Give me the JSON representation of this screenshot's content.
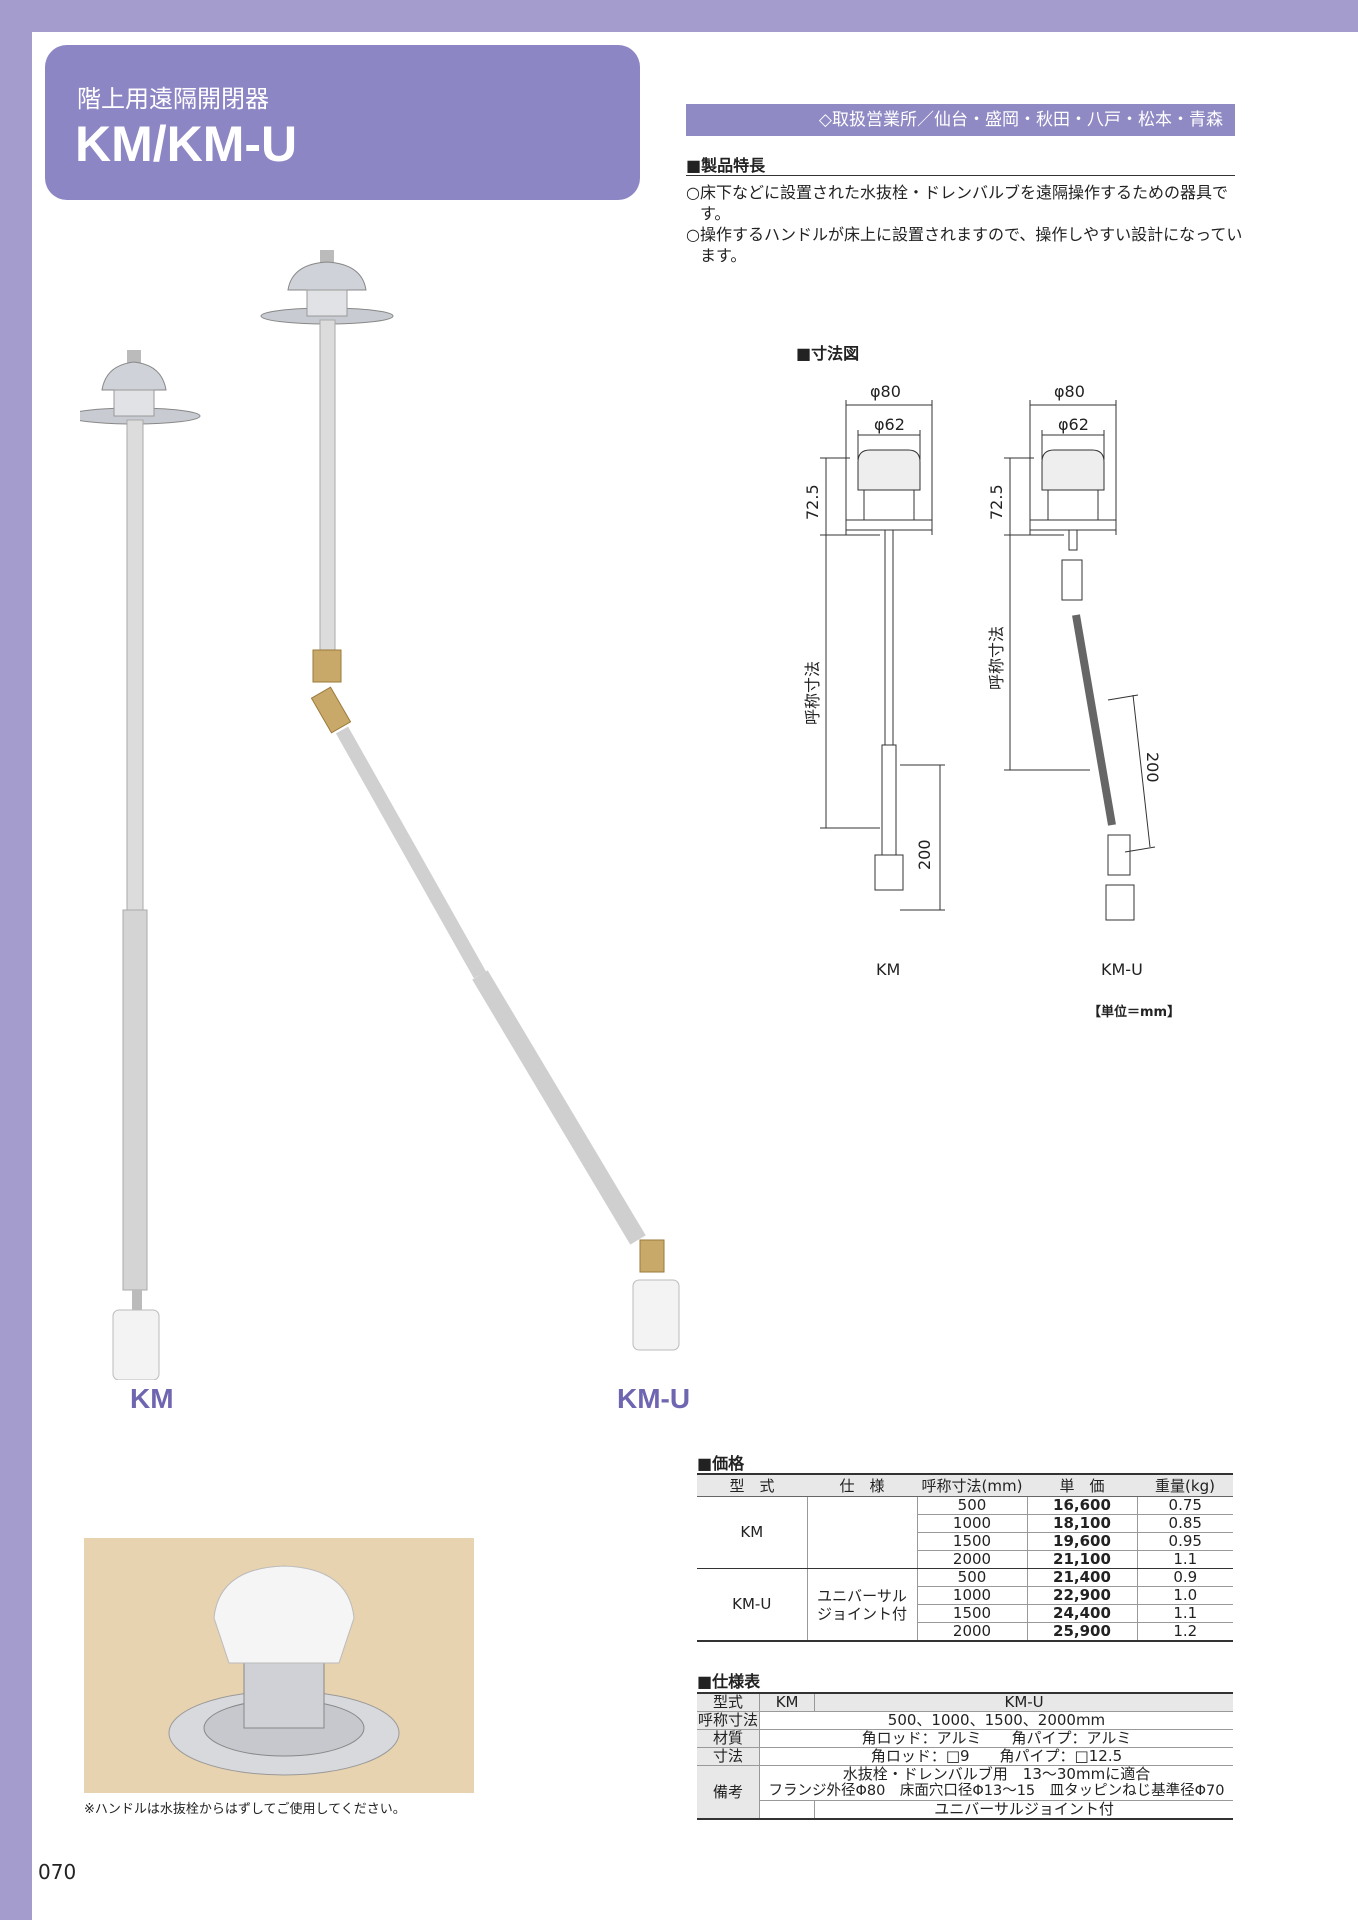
{
  "header": {
    "subtitle": "階上用遠隔開閉器",
    "title": "KM/KM-U",
    "branches": "◇取扱営業所／仙台・盛岡・秋田・八戸・松本・青森"
  },
  "features": {
    "heading": "■製品特長",
    "items": [
      "○床下などに設置された水抜栓・ドレンバルブを遠隔操作するための器具です。",
      "○操作するハンドルが床上に設置されますので、操作しやすい設計になっています。"
    ]
  },
  "dimensions": {
    "heading": "■寸法図",
    "d_outer": "φ80",
    "d_inner": "φ62",
    "h_top": "72.5",
    "nominal": "呼称寸法",
    "bottom": "200",
    "label_km": "KM",
    "label_kmu": "KM-U",
    "unit": "【単位＝mm】"
  },
  "photo": {
    "label_km": "KM",
    "label_kmu": "KM-U",
    "note": "※ハンドルは水抜栓からはずしてご使用してください。"
  },
  "price": {
    "heading": "■価格",
    "columns": [
      "型　式",
      "仕　様",
      "呼称寸法(mm)",
      "単　価",
      "重量(kg)"
    ],
    "km": {
      "model": "KM",
      "spec": "",
      "rows": [
        {
          "size": "500",
          "price": "16,600",
          "weight": "0.75"
        },
        {
          "size": "1000",
          "price": "18,100",
          "weight": "0.85"
        },
        {
          "size": "1500",
          "price": "19,600",
          "weight": "0.95"
        },
        {
          "size": "2000",
          "price": "21,100",
          "weight": "1.1"
        }
      ]
    },
    "kmu": {
      "model": "KM-U",
      "spec1": "ユニバーサル",
      "spec2": "ジョイント付",
      "rows": [
        {
          "size": "500",
          "price": "21,400",
          "weight": "0.9"
        },
        {
          "size": "1000",
          "price": "22,900",
          "weight": "1.0"
        },
        {
          "size": "1500",
          "price": "24,400",
          "weight": "1.1"
        },
        {
          "size": "2000",
          "price": "25,900",
          "weight": "1.2"
        }
      ]
    }
  },
  "spec": {
    "heading": "■仕様表",
    "model_label": "型式",
    "model_km": "KM",
    "model_kmu": "KM-U",
    "size_label": "呼称寸法",
    "size_value": "500、1000、1500、2000mm",
    "material_label": "材質",
    "material_value": "角ロッド：アルミ　　角パイプ：アルミ",
    "dim_label": "寸法",
    "dim_value": "角ロッド：□9　　角パイプ：□12.5",
    "note_label": "備考",
    "note_line1": "水抜栓・ドレンバルブ用　13〜30mmに適合",
    "note_line2": "フランジ外径Φ80　床面穴口径Φ13〜15　皿タッピンねじ基準径Φ70",
    "note_line3": "ユニバーサルジョイント付"
  },
  "page": {
    "number": "070"
  }
}
